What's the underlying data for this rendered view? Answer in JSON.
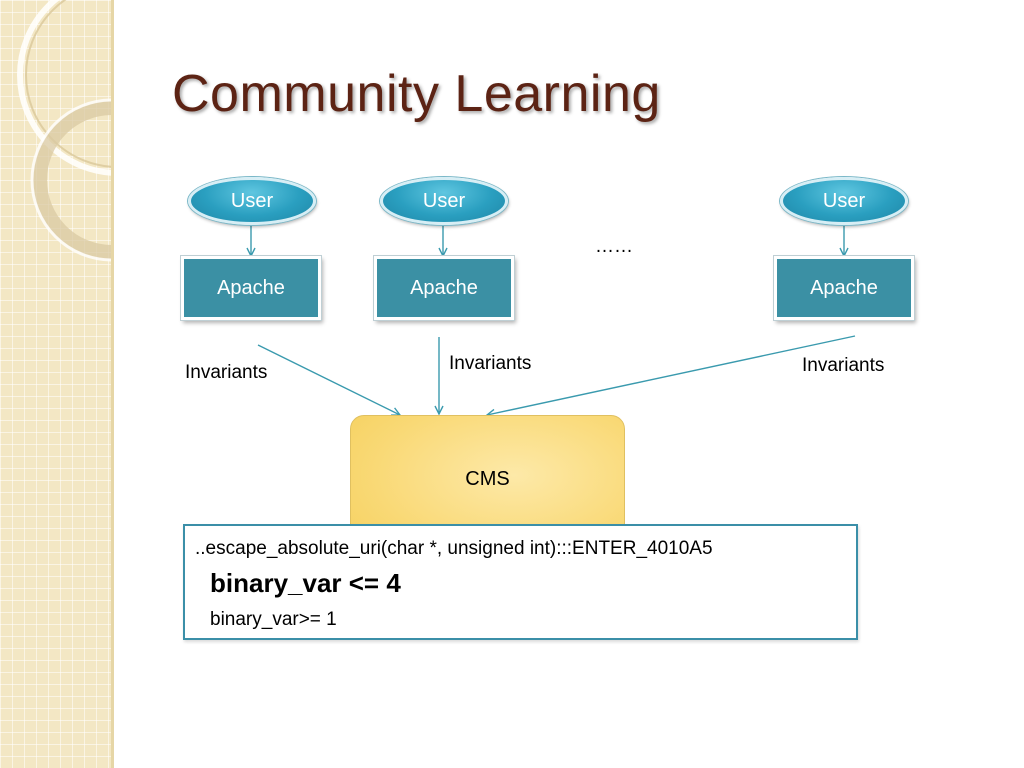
{
  "slide": {
    "title": "Community Learning"
  },
  "nodes": {
    "users": [
      "User",
      "User",
      "User"
    ],
    "servers": [
      "Apache",
      "Apache",
      "Apache"
    ],
    "ellipsis": "……",
    "invariants": [
      "Invariants",
      "Invariants",
      "Invariants"
    ],
    "cms": "CMS"
  },
  "code": {
    "line1": "..escape_absolute_uri(char *, unsigned int):::ENTER_4010A5",
    "line2": "binary_var <= 4",
    "line3": "binary_var>= 1"
  },
  "colors": {
    "title": "#5c2314",
    "node_blue": "#2a9fc0",
    "server_teal": "#3b90a4",
    "arrow": "#3a9aae",
    "cms_fill": "#f9d976",
    "code_border": "#3b8fa8",
    "sidebar": "#f3e7c4"
  }
}
